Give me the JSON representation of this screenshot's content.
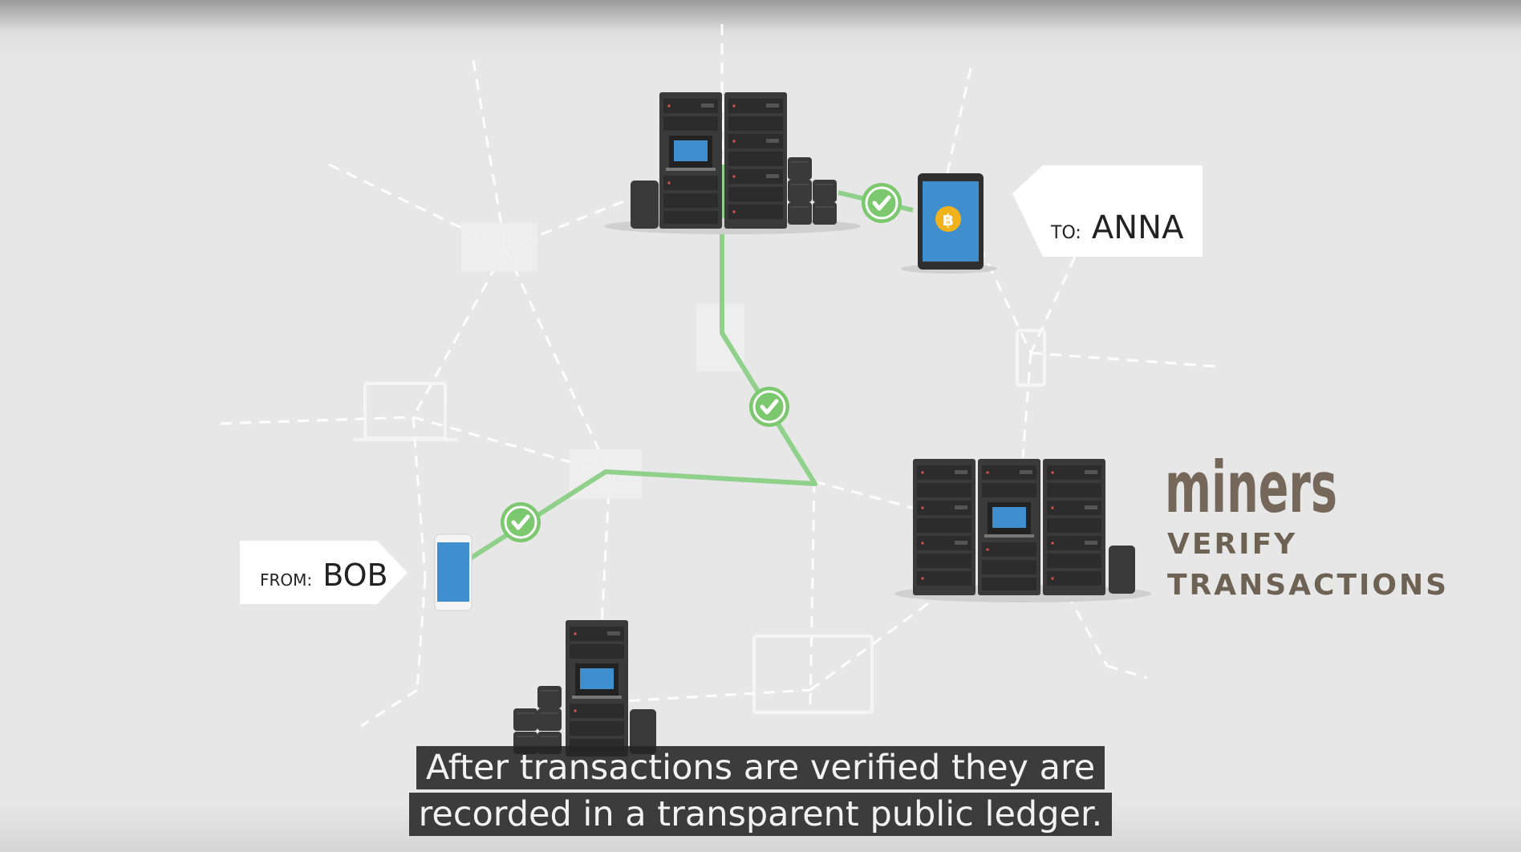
{
  "labels": {
    "to_prefix": "TO:",
    "to_name": "ANNA",
    "from_prefix": "FROM:",
    "from_name": "BOB"
  },
  "miners": {
    "title": "miners",
    "line1": "VERIFY",
    "line2": "TRANSACTIONS"
  },
  "caption": {
    "line1": "After transactions are verified they are",
    "line2": "recorded in a transparent public ledger."
  },
  "colors": {
    "verified_path": "#8fd08a",
    "check_badge": "#7cc86f",
    "miners_text": "#75685b",
    "server_body": "#3b3b3b",
    "screen": "#3f8fcf",
    "bitcoin": "#f2b21b"
  },
  "icons": [
    "server-rack-icon",
    "tablet-icon",
    "phone-icon",
    "bitcoin-icon",
    "checkmark-icon",
    "laptop-icon",
    "monitor-icon"
  ]
}
